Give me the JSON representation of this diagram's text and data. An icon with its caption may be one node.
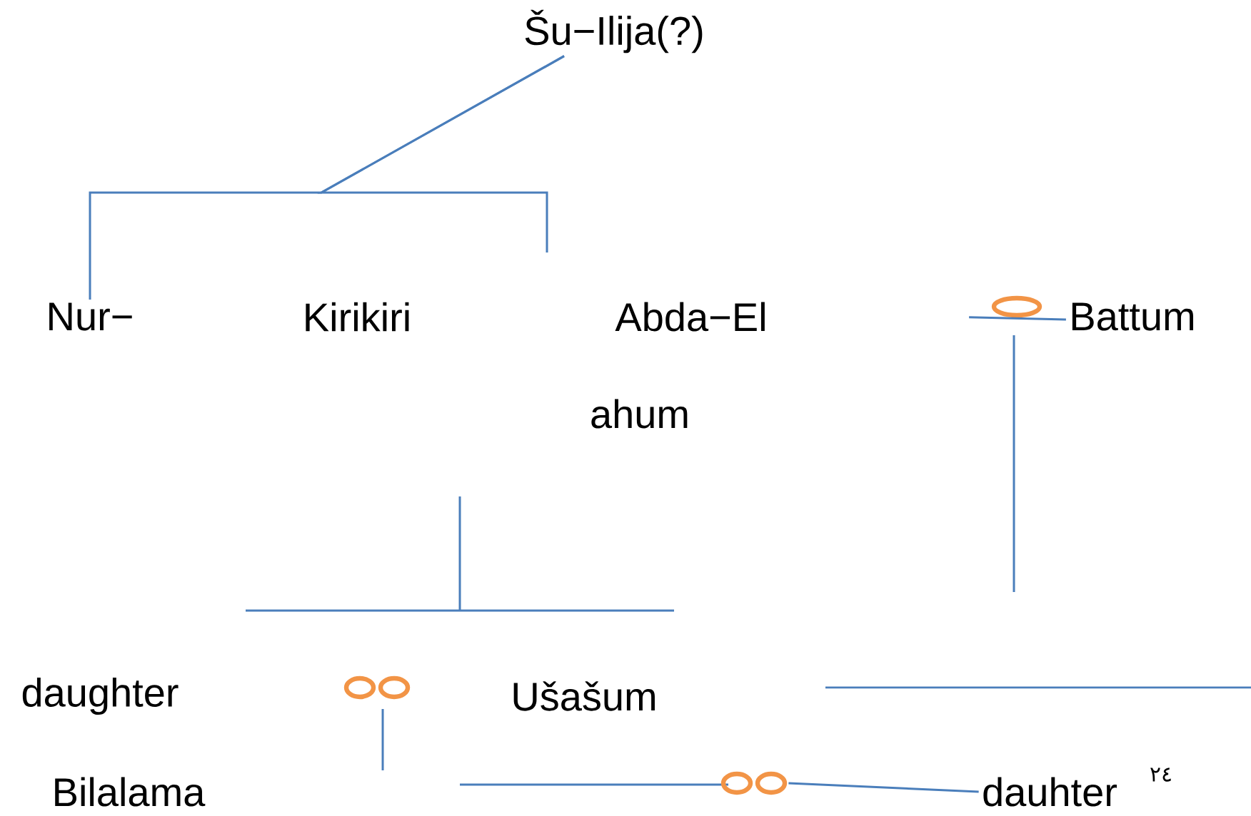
{
  "diagram": {
    "nodes": [
      {
        "text": [
          "Šu−Ilija(?)"
        ]
      },
      {
        "text": [
          "Nur−"
        ]
      },
      {
        "text": [
          "Kirikiri"
        ]
      },
      {
        "text": [
          "Abda−El"
        ]
      },
      {
        "text": [
          "ahum"
        ]
      },
      {
        "text": [],
        "shape": "ring"
      },
      {
        "text": [
          "Battum"
        ]
      },
      {
        "text": [
          "daughter"
        ]
      },
      {
        "text": [],
        "shape": "rings"
      },
      {
        "text": [
          "Ušašum"
        ]
      },
      {
        "text": [
          "Bilalama"
        ]
      },
      {
        "text": [],
        "shape": "rings"
      },
      {
        "text": [
          "dauhter"
        ]
      }
    ],
    "edges": [
      {
        "from": 0,
        "to": 1,
        "arrow": "none"
      },
      {
        "from": 0,
        "to": 3,
        "arrow": "none"
      },
      {
        "from": 5,
        "to": 6,
        "arrow": "none"
      },
      {
        "from": 11,
        "to": 12,
        "arrow": "none"
      }
    ],
    "labels": [
      "٢٤"
    ]
  }
}
